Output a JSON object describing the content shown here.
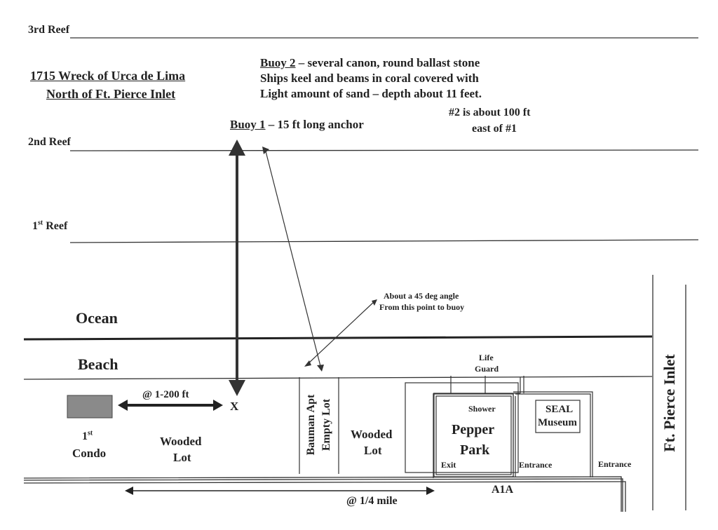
{
  "reefs": {
    "third": "3rd Reef",
    "second": "2nd Reef",
    "first_num": "1",
    "first_sup": "st",
    "first_rest": " Reef"
  },
  "title": {
    "line1": "1715 Wreck of Urca de Lima",
    "line2": "North of Ft. Pierce Inlet"
  },
  "buoy2": {
    "label": "Buoy 2",
    "line1_rest": " – several canon, round ballast stone",
    "line2": "Ships keel and beams in coral covered with",
    "line3": "Light amount of sand – depth about 11 feet."
  },
  "buoy1": {
    "label": "Buoy 1",
    "rest": " – 15 ft long anchor"
  },
  "distance_note": {
    "line1": "#2 is about 100 ft",
    "line2": "east of #1"
  },
  "angle_note": {
    "line1": "About a 45 deg angle",
    "line2": "From this point to buoy"
  },
  "zones": {
    "ocean": "Ocean",
    "beach": "Beach"
  },
  "inlet": "Ft. Pierce Inlet",
  "lifeguard": {
    "line1": "Life",
    "line2": "Guard"
  },
  "condo": {
    "num": "1",
    "sup": "st",
    "name": "Condo"
  },
  "condo_distance": "@ 1-200 ft",
  "x_mark": "X",
  "wooded_lot_left": {
    "line1": "Wooded",
    "line2": "Lot"
  },
  "bauman": {
    "line1": "Bauman Apt",
    "line2": "Empty Lot"
  },
  "wooded_lot_right": {
    "line1": "Wooded",
    "line2": "Lot"
  },
  "shower": "Shower",
  "pepper_park": {
    "line1": "Pepper",
    "line2": "Park"
  },
  "seal_museum": {
    "line1": "SEAL",
    "line2": "Museum"
  },
  "exit": "Exit",
  "entrance1": "Entrance",
  "entrance2": "Entrance",
  "road": "A1A",
  "road_distance": "@ 1/4 mile",
  "colors": {
    "ink": "#222222",
    "condo_fill": "#8a8a8a"
  }
}
